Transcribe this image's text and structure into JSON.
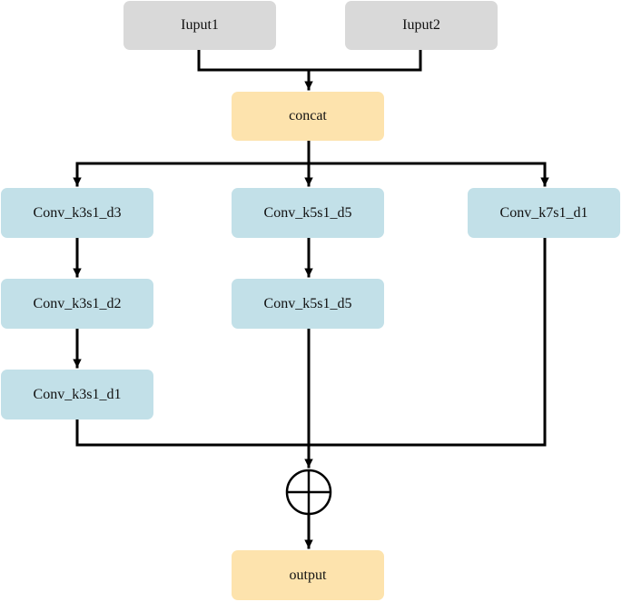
{
  "colors": {
    "input_fill": "#d9d9d9",
    "concat_fill": "#fde3ad",
    "conv_fill": "#c2e0e8",
    "line": "#000000"
  },
  "nodes": {
    "input1": "Iuput1",
    "input2": "Iuput2",
    "concat": "concat",
    "branch1": [
      "Conv_k3s1_d3",
      "Conv_k3s1_d2",
      "Conv_k3s1_d1"
    ],
    "branch2": [
      "Conv_k5s1_d5",
      "Conv_k5s1_d5"
    ],
    "branch3": [
      "Conv_k7s1_d1"
    ],
    "output": "output"
  },
  "operator": {
    "type": "element-wise-add",
    "icon": "circle-plus-icon"
  }
}
